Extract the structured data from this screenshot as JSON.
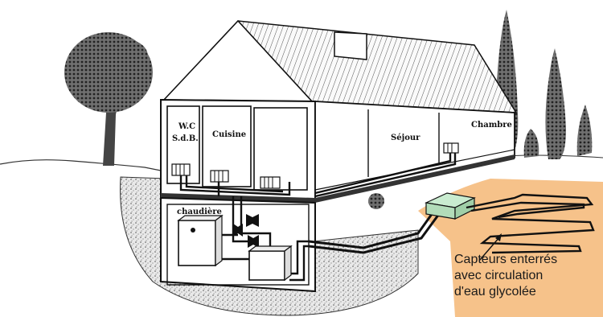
{
  "rooms": {
    "wc_line1": "W.C",
    "wc_line2": "S.d.B.",
    "kitchen": "Cuisine",
    "living": "Séjour",
    "bedroom": "Chambre",
    "boiler": "chaudière"
  },
  "callout": {
    "line1": "Capteurs enterrés",
    "line2": "avec circulation",
    "line3": "d'eau glycolée"
  },
  "colors": {
    "field": "#f6c28a",
    "pit": "#c9ecd0",
    "ink": "#111111",
    "soil": "#bdbdbd"
  }
}
